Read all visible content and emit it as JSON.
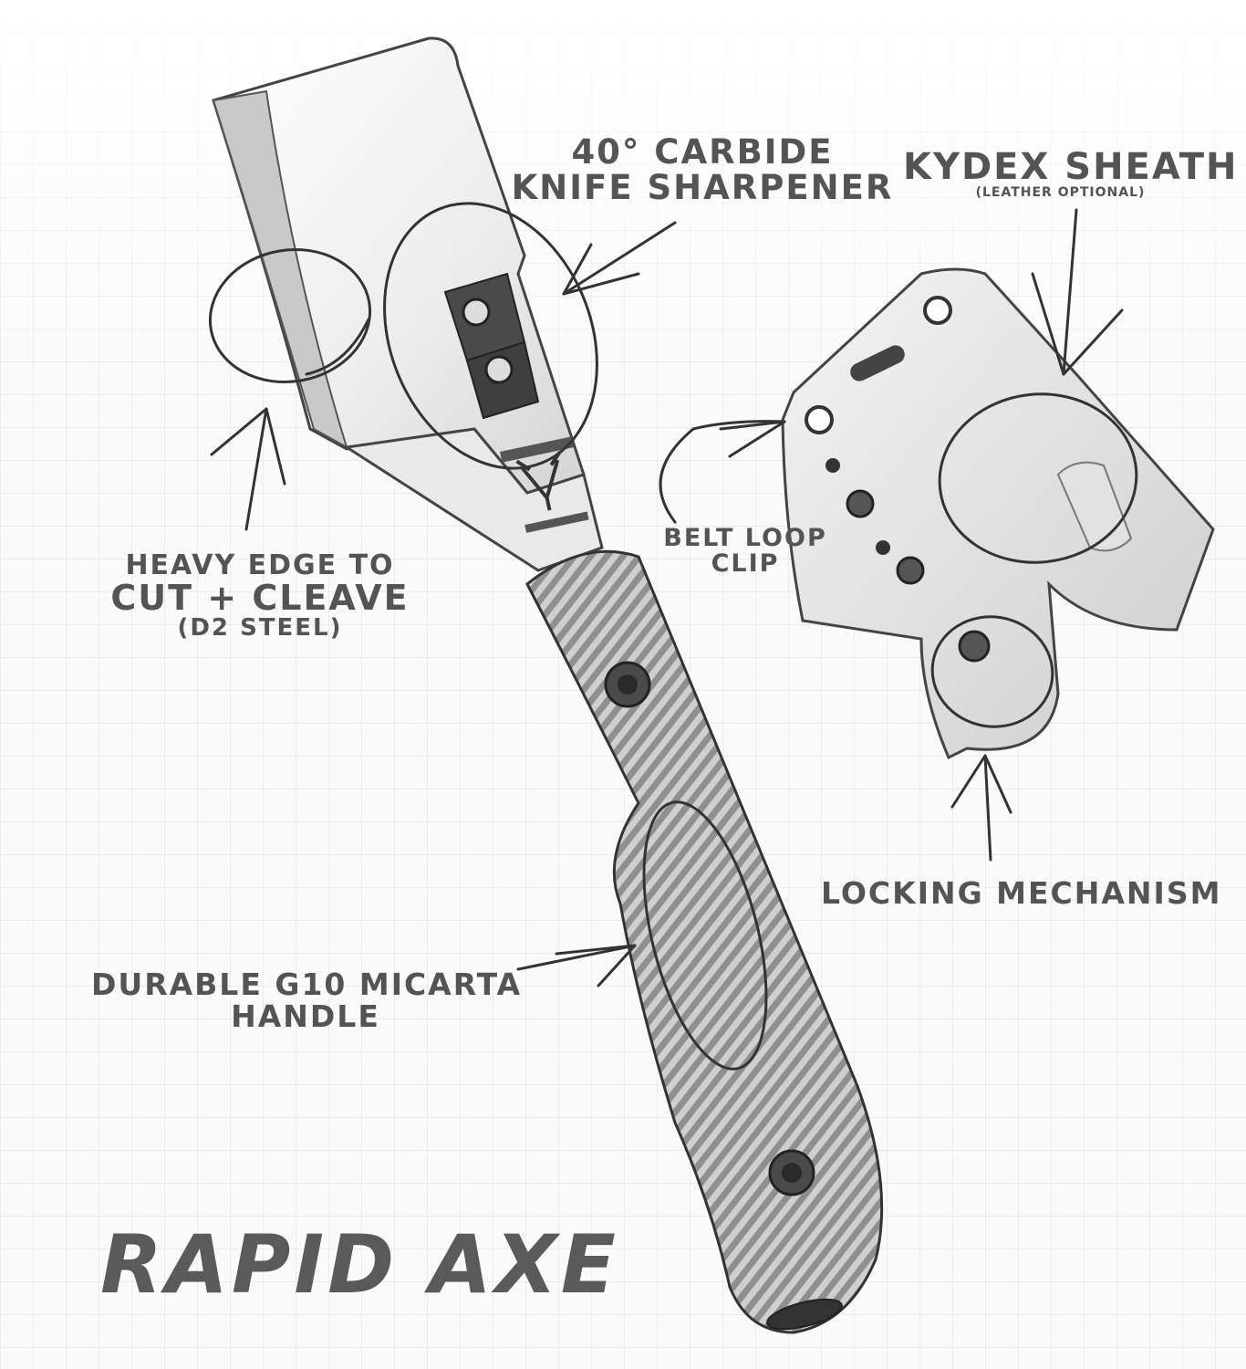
{
  "title": "RAPID AXE",
  "callouts": {
    "sharpener": {
      "line1": "40° Carbide",
      "line2": "Knife Sharpener"
    },
    "sheath": {
      "line1": "Kydex Sheath",
      "line2": "(Leather optional)"
    },
    "edge": {
      "line1": "Heavy edge to",
      "line2": "Cut + Cleave",
      "line3": "(D2 Steel)"
    },
    "belt": {
      "line1": "Belt Loop",
      "line2": "Clip"
    },
    "locking": {
      "line1": "Locking Mechanism"
    },
    "handle": {
      "line1": "Durable G10 Micarta",
      "line2": "Handle"
    }
  },
  "icons": {
    "axe": "axe-illustration",
    "sheath": "kydex-sheath-illustration",
    "logo": "stag-logo-icon"
  }
}
